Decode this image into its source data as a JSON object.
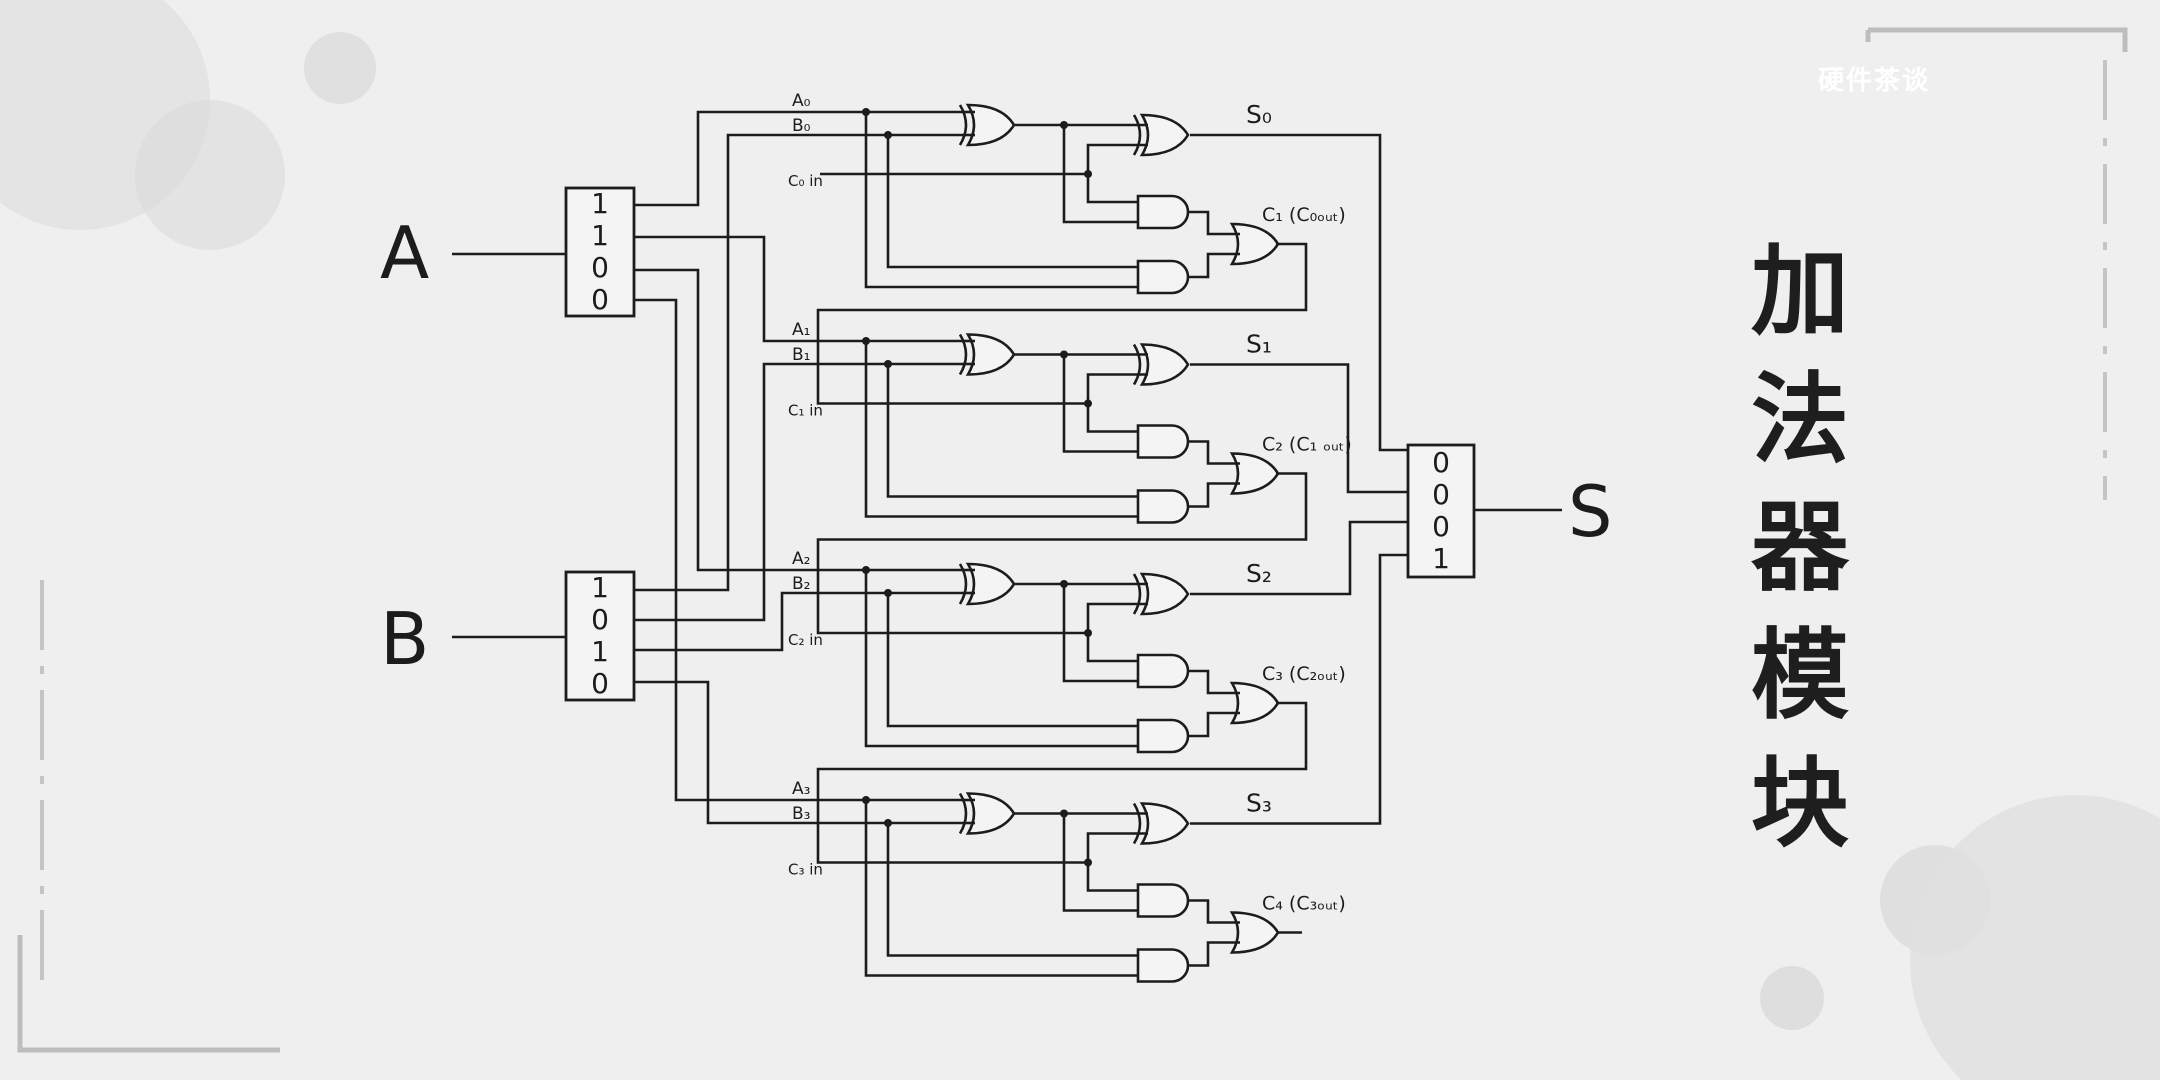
{
  "title": "加法器模块",
  "watermark": "硬件茶谈",
  "inputs": {
    "a_label": "A",
    "b_label": "B"
  },
  "output": {
    "label": "S"
  },
  "registers": {
    "a_bits": [
      "1",
      "1",
      "0",
      "0"
    ],
    "b_bits": [
      "1",
      "0",
      "1",
      "0"
    ],
    "s_bits": [
      "0",
      "0",
      "0",
      "1"
    ]
  },
  "stages": [
    {
      "a": "A₀",
      "b": "B₀",
      "cin": "C₀ in",
      "s": "S₀",
      "cout": "C₁ (C₀ₒᵤₜ)"
    },
    {
      "a": "A₁",
      "b": "B₁",
      "cin": "C₁ in",
      "s": "S₁",
      "cout": "C₂ (C₁ ₒᵤₜ)"
    },
    {
      "a": "A₂",
      "b": "B₂",
      "cin": "C₂ in",
      "s": "S₂",
      "cout": "C₃ (C₂ₒᵤₜ)"
    },
    {
      "a": "A₃",
      "b": "B₃",
      "cin": "C₃ in",
      "s": "S₃",
      "cout": "C₄ (C₃ₒᵤₜ)"
    }
  ]
}
